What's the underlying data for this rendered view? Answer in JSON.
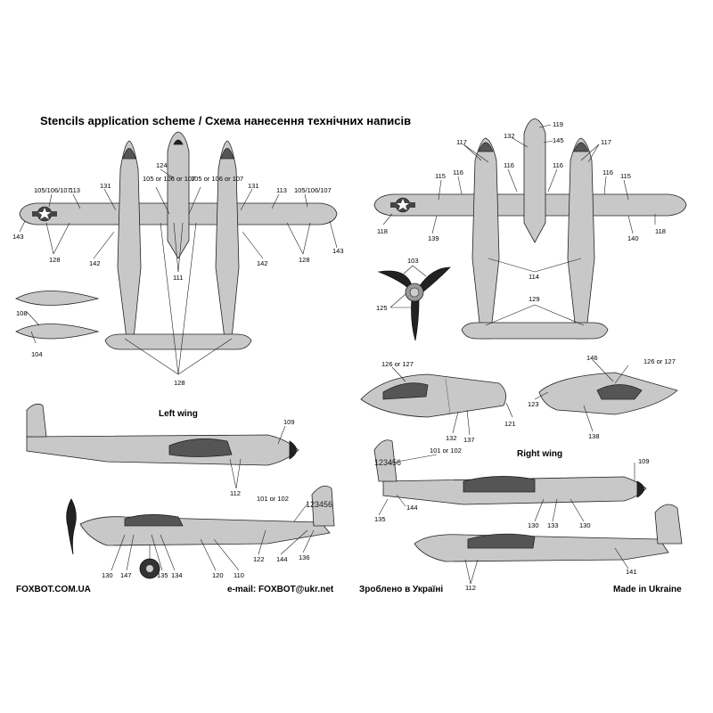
{
  "header": {
    "title": "Stencils application scheme / Схема нанесення технічних написів"
  },
  "sections": {
    "left_wing": "Left wing",
    "right_wing": "Right wing"
  },
  "footer": {
    "site": "FOXBOT.COM.UA",
    "email": "e-mail: FOXBOT@ukr.net",
    "made_ua": "Зроблено в Україні",
    "made_en": "Made in Ukraine"
  },
  "serial": "123456",
  "stencil_numbers": {
    "top_view": [
      "105/106/107",
      "113",
      "131",
      "124",
      "105 or 106 or 107",
      "105 or 106 or 107",
      "131",
      "113",
      "105/106/107",
      "143",
      "128",
      "142",
      "111",
      "142",
      "128",
      "143",
      "128"
    ],
    "bottom_view": [
      "119",
      "132",
      "145",
      "117",
      "117",
      "116",
      "116",
      "116",
      "115",
      "116",
      "115",
      "118",
      "139",
      "140",
      "118",
      "103",
      "114",
      "125",
      "129"
    ],
    "airfoil": [
      "108",
      "104"
    ],
    "left_side": [
      "109",
      "112",
      "101 or 102",
      "130",
      "147",
      "135",
      "134",
      "120",
      "110",
      "122",
      "144",
      "136"
    ],
    "right_side": [
      "126 or 127",
      "121",
      "132",
      "137",
      "146",
      "126 or 127",
      "123",
      "138",
      "101 or 102",
      "109",
      "144",
      "135",
      "130",
      "133",
      "130",
      "141",
      "112"
    ]
  }
}
